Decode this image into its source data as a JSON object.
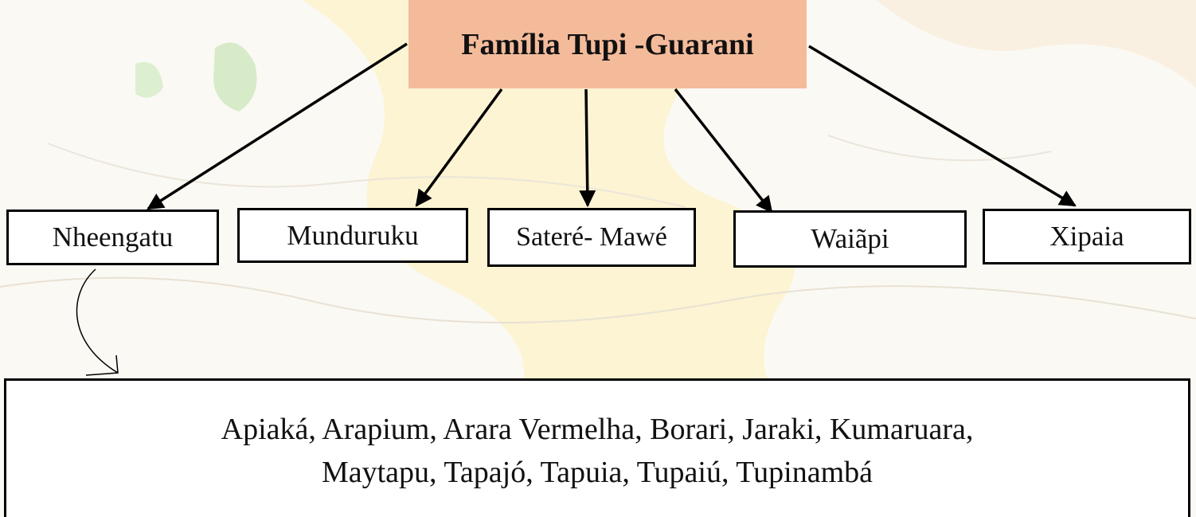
{
  "diagram": {
    "root": {
      "label": "Família Tupi -Guarani"
    },
    "children": [
      {
        "id": "nheengatu",
        "label": "Nheengatu"
      },
      {
        "id": "munduruku",
        "label": "Munduruku"
      },
      {
        "id": "satere-mawe",
        "label": "Sateré- Mawé"
      },
      {
        "id": "waiapi",
        "label": "Waiãpi"
      },
      {
        "id": "xipaia",
        "label": "Xipaia"
      }
    ],
    "peoples": {
      "line1": "Apiaká, Arapium, Arara Vermelha, Borari, Jaraki, Kumaruara,",
      "line2": "Maytapu, Tapajó, Tapuia, Tupaiú, Tupinambá"
    }
  },
  "colors": {
    "root_fill": "#f4bb9b",
    "box_border": "#000000",
    "background": "#fbf9f4"
  }
}
